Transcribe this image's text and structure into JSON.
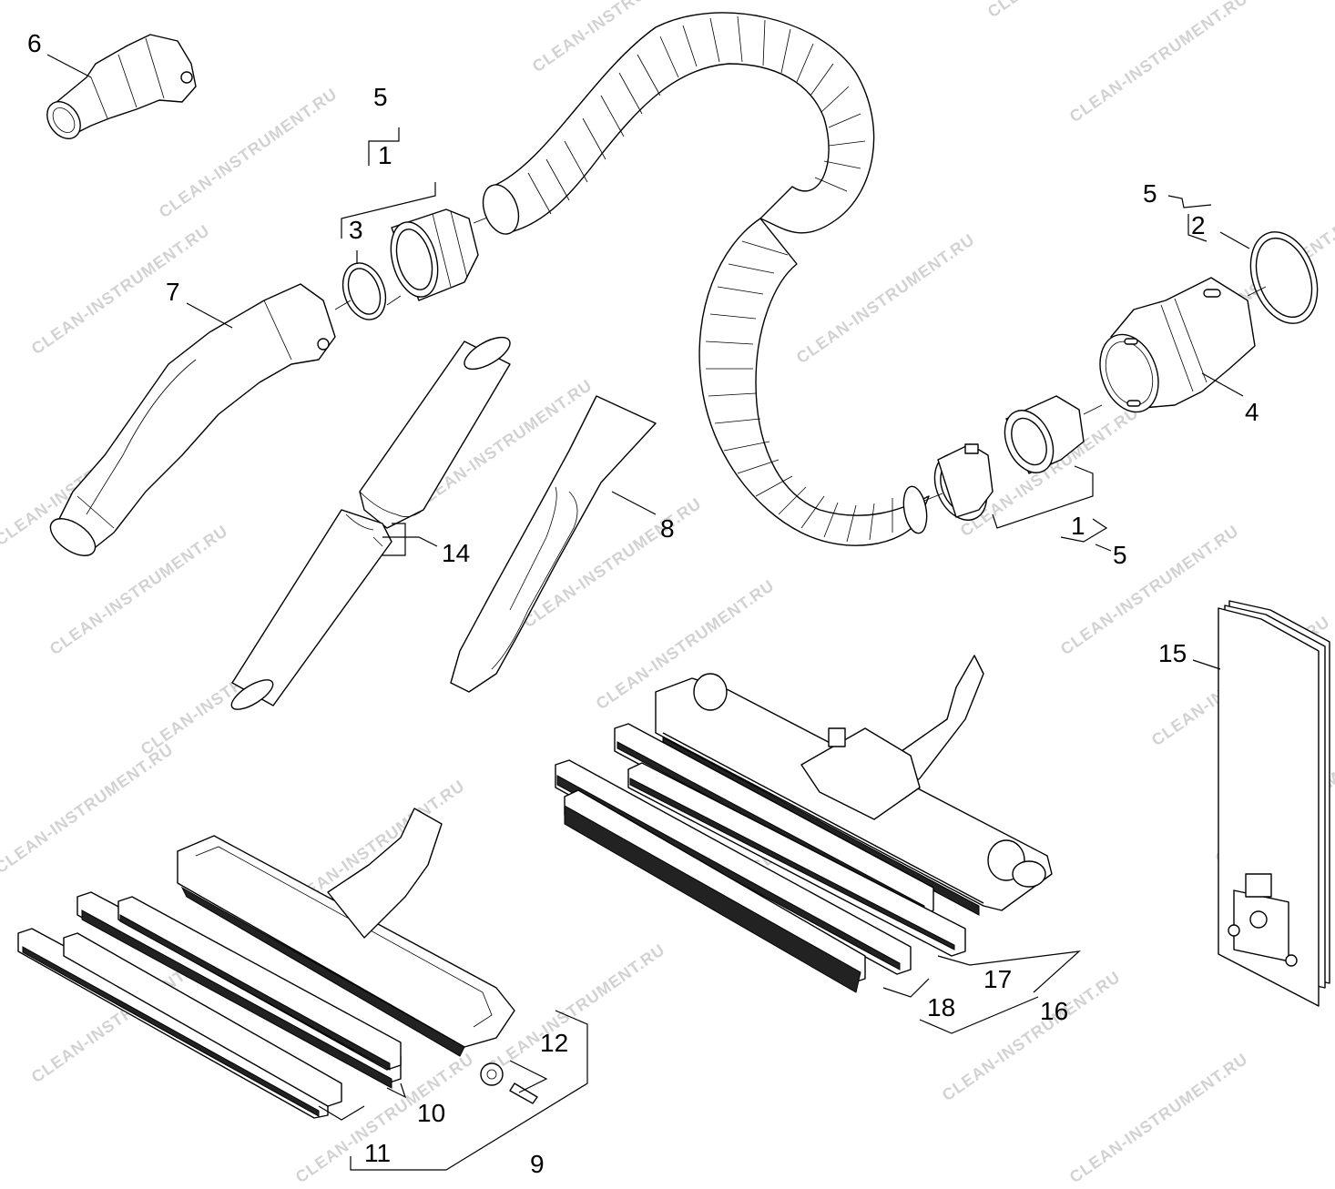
{
  "watermark": "CLEAN-INSTRUMENT.RU",
  "labels": {
    "l1a": "1",
    "l1b": "1",
    "l2": "2",
    "l3": "3",
    "l4": "4",
    "l5a": "5",
    "l5b": "5",
    "l5c": "5",
    "l6": "6",
    "l7": "7",
    "l8": "8",
    "l9": "9",
    "l10": "10",
    "l11": "11",
    "l12": "12",
    "l14": "14",
    "l15": "15",
    "l16": "16",
    "l17": "17",
    "l18": "18"
  }
}
